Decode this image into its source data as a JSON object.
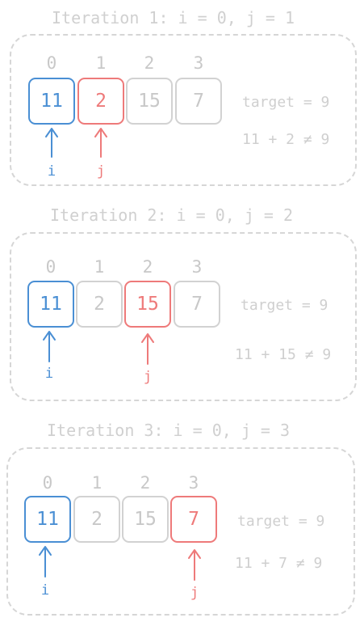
{
  "iterations": [
    {
      "title": "Iteration 1: i = 0, j = 1",
      "indices": [
        "0",
        "1",
        "2",
        "3"
      ],
      "cells": [
        "11",
        "2",
        "15",
        "7"
      ],
      "i_index": 0,
      "j_index": 1,
      "target_text": "target = 9",
      "check_text": "11 + 2 ≠ 9",
      "i_label": "i",
      "j_label": "j"
    },
    {
      "title": "Iteration 2: i = 0, j = 2",
      "indices": [
        "0",
        "1",
        "2",
        "3"
      ],
      "cells": [
        "11",
        "2",
        "15",
        "7"
      ],
      "i_index": 0,
      "j_index": 2,
      "target_text": "target = 9",
      "check_text": "11 + 15 ≠ 9",
      "i_label": "i",
      "j_label": "j"
    },
    {
      "title": "Iteration 3: i = 0, j = 3",
      "indices": [
        "0",
        "1",
        "2",
        "3"
      ],
      "cells": [
        "11",
        "2",
        "15",
        "7"
      ],
      "i_index": 0,
      "j_index": 3,
      "target_text": "target = 9",
      "check_text": "11 + 7 ≠ 9",
      "i_label": "i",
      "j_label": "j"
    }
  ],
  "colors": {
    "i_pointer": "#4a8fd4",
    "j_pointer": "#ee7a7a",
    "muted": "#c8c8c8"
  }
}
